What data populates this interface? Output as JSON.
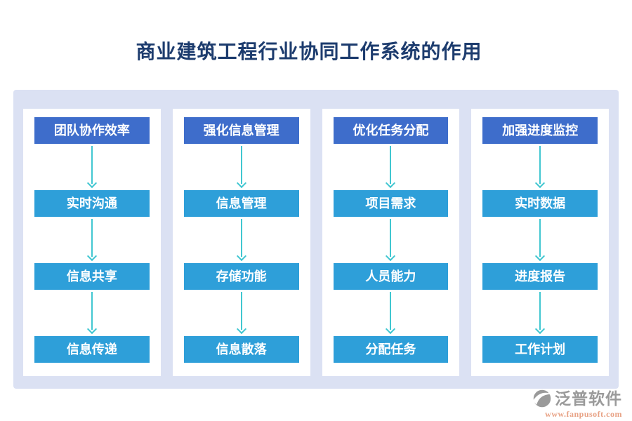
{
  "title": "商业建筑工程行业协同工作系统的作用",
  "colors": {
    "title_text": "#1d3c6e",
    "panel_background": "#dbe1f3",
    "card_background": "#ffffff",
    "header_box": "#3e6dcb",
    "item_box": "#2e9fd9",
    "arrow": "#41c7d1",
    "box_text": "#ffffff",
    "logo_gray": "#9a9a9a",
    "logo_url_text": "#e8a285"
  },
  "columns": [
    {
      "header": "团队协作效率",
      "items": [
        "实时沟通",
        "信息共享",
        "信息传递"
      ]
    },
    {
      "header": "强化信息管理",
      "items": [
        "信息管理",
        "存储功能",
        "信息散落"
      ]
    },
    {
      "header": "优化任务分配",
      "items": [
        "项目需求",
        "人员能力",
        "分配任务"
      ]
    },
    {
      "header": "加强进度监控",
      "items": [
        "实时数据",
        "进度报告",
        "工作计划"
      ]
    }
  ],
  "footer": {
    "brand": "泛普软件",
    "url": "www.fanpusoft.com",
    "logo_icon": "fanpu-swoosh-icon"
  }
}
